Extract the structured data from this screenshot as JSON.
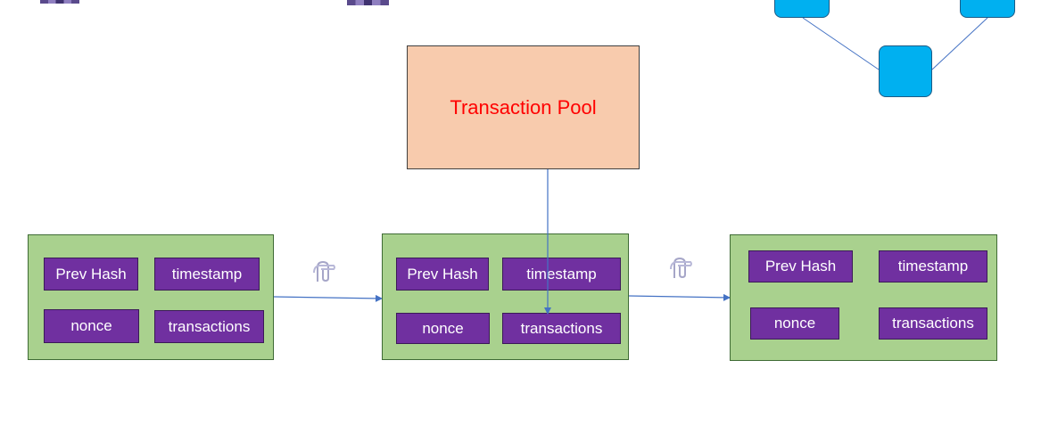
{
  "pool": {
    "label": "Transaction Pool",
    "text_color": "#ff0000",
    "fill": "#f8cbad"
  },
  "blocks": [
    {
      "fields": {
        "prev_hash": "Prev Hash",
        "timestamp": "timestamp",
        "nonce": "nonce",
        "transactions": "transactions"
      }
    },
    {
      "fields": {
        "prev_hash": "Prev Hash",
        "timestamp": "timestamp",
        "nonce": "nonce",
        "transactions": "transactions"
      }
    },
    {
      "fields": {
        "prev_hash": "Prev Hash",
        "timestamp": "timestamp",
        "nonce": "nonce",
        "transactions": "transactions"
      }
    }
  ],
  "colors": {
    "block_fill": "#a9d18e",
    "field_fill": "#7030a0",
    "node_fill": "#00b0f0",
    "connector": "#4472c4"
  },
  "icons": {
    "link_icon": "paperclip-link-icon",
    "network_nodes": "network-node-icon"
  }
}
